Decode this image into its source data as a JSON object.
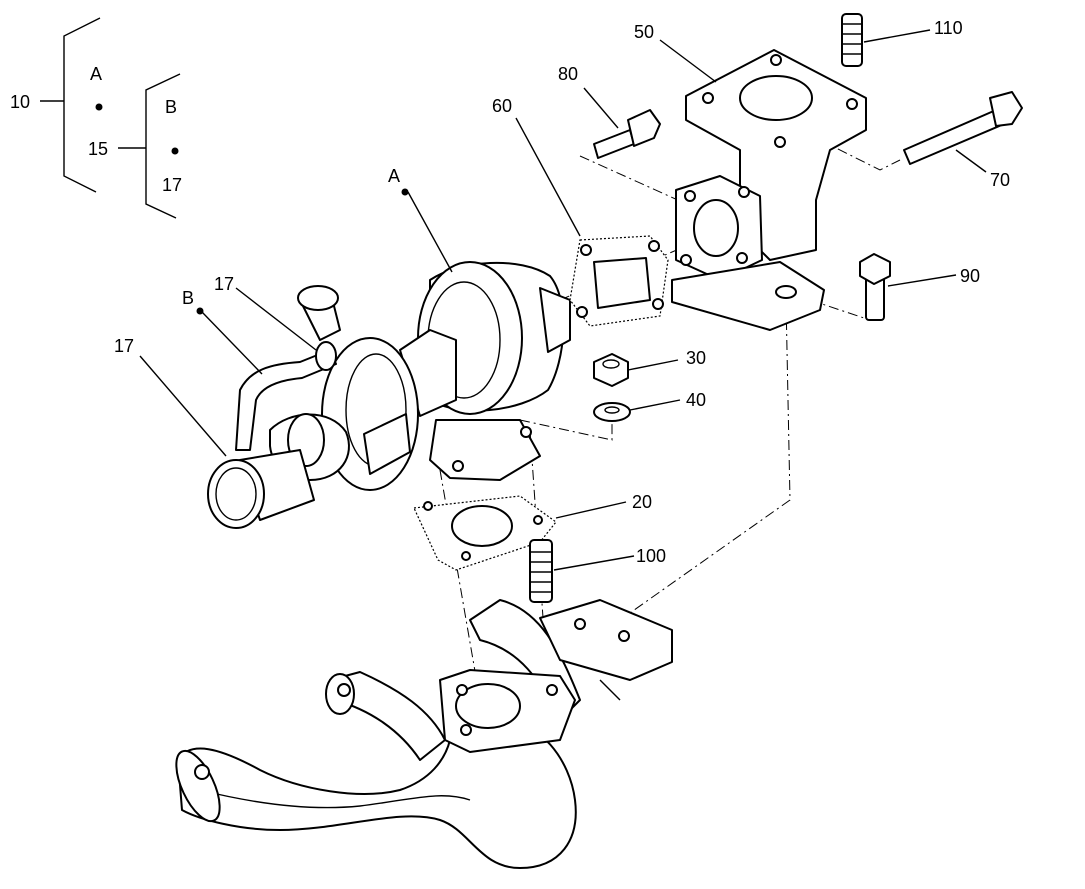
{
  "legend": {
    "assembly_ref": "10",
    "sub_ref": "15",
    "item_ref": "17",
    "marker_a": "A",
    "marker_b": "B"
  },
  "callouts": {
    "c110": "110",
    "c50": "50",
    "c80": "80",
    "c60": "60",
    "c70": "70",
    "c90": "90",
    "c30": "30",
    "c40": "40",
    "c20": "20",
    "c100": "100",
    "c17_clamp": "17",
    "c17_hose": "17",
    "marker_a": "A",
    "marker_b": "B"
  }
}
